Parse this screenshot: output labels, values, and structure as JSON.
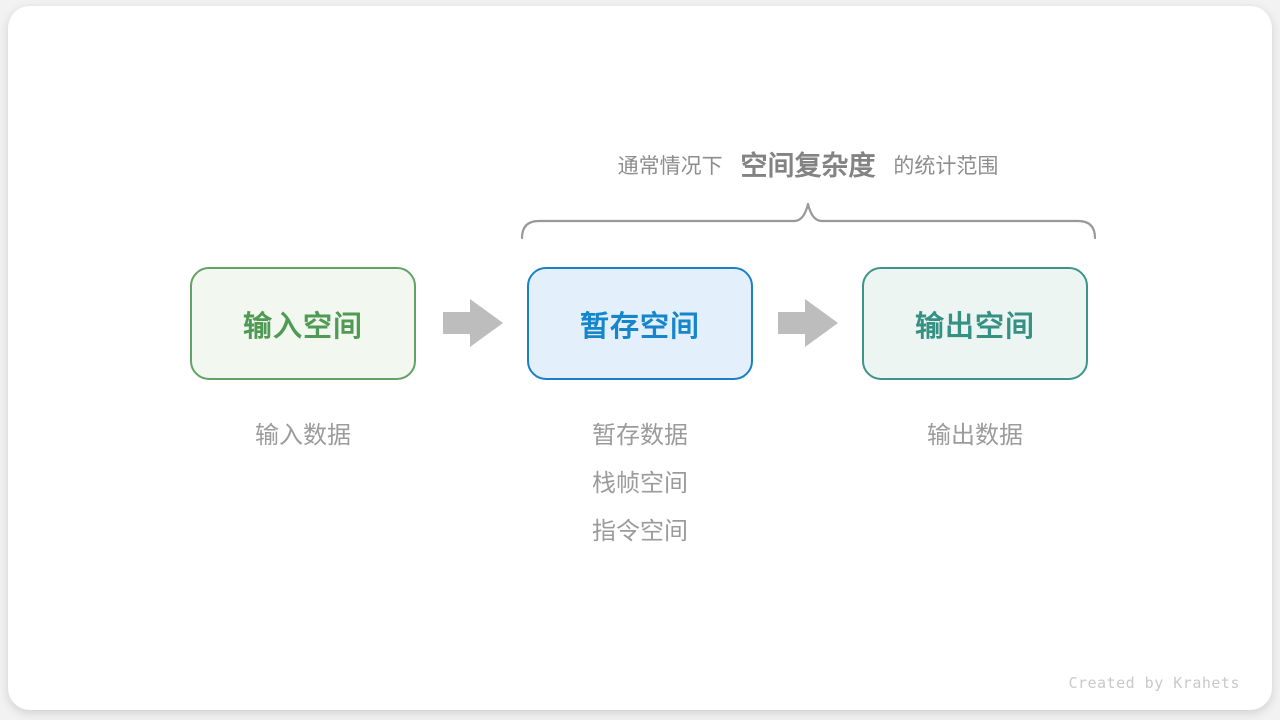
{
  "title": {
    "prefix": "通常情况下",
    "emphasis": "空间复杂度",
    "suffix": "的统计范围"
  },
  "boxes": [
    {
      "id": "input",
      "label": "输入空间"
    },
    {
      "id": "temp",
      "label": "暂存空间"
    },
    {
      "id": "output",
      "label": "输出空间"
    }
  ],
  "annotations": {
    "input": [
      "输入数据"
    ],
    "temp": [
      "暂存数据",
      "栈帧空间",
      "指令空间"
    ],
    "output": [
      "输出数据"
    ]
  },
  "credit": "Created by Krahets",
  "colors": {
    "input_border": "#63a266",
    "input_bg": "#f2f8ef",
    "input_text": "#4f9a54",
    "temp_border": "#1a80c5",
    "temp_bg": "#e3f0fb",
    "temp_text": "#1585cc",
    "output_border": "#3d948a",
    "output_bg": "#edf5f3",
    "output_text": "#369185",
    "arrow": "#bdbdbd",
    "brace": "#999999",
    "title_text": "#8d8d8d",
    "sub_text": "#9b9b9b",
    "credit_text": "#c9c9c9"
  }
}
